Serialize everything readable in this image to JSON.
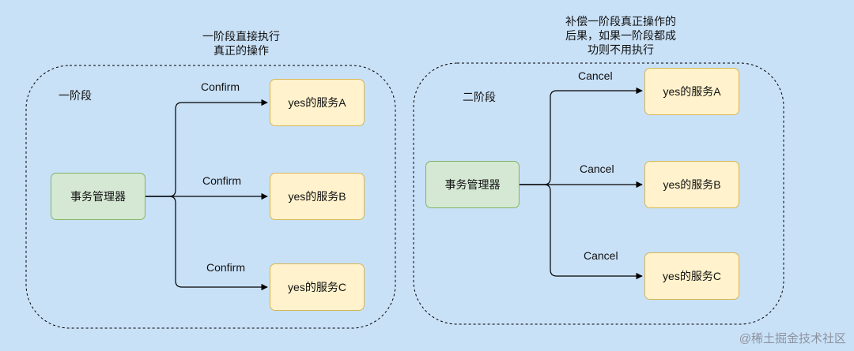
{
  "phase1": {
    "title": "一阶段",
    "note_lines": [
      "一阶段直接执行",
      "真正的操作"
    ],
    "manager": "事务管理器",
    "edges": [
      "Confirm",
      "Confirm",
      "Confirm"
    ],
    "services": [
      "yes的服务A",
      "yes的服务B",
      "yes的服务C"
    ]
  },
  "phase2": {
    "title": "二阶段",
    "note_lines": [
      "补偿一阶段真正操作的",
      "后果，如果一阶段都成",
      "功则不用执行"
    ],
    "manager": "事务管理器",
    "edges": [
      "Cancel",
      "Cancel",
      "Cancel"
    ],
    "services": [
      "yes的服务A",
      "yes的服务B",
      "yes的服务C"
    ]
  },
  "watermark": "@稀土掘金技术社区",
  "colors": {
    "background": "#c9e1f7",
    "manager_fill": "#d5e8d4",
    "manager_border": "#82b366",
    "service_fill": "#fff2cc",
    "service_border": "#d6b656"
  }
}
